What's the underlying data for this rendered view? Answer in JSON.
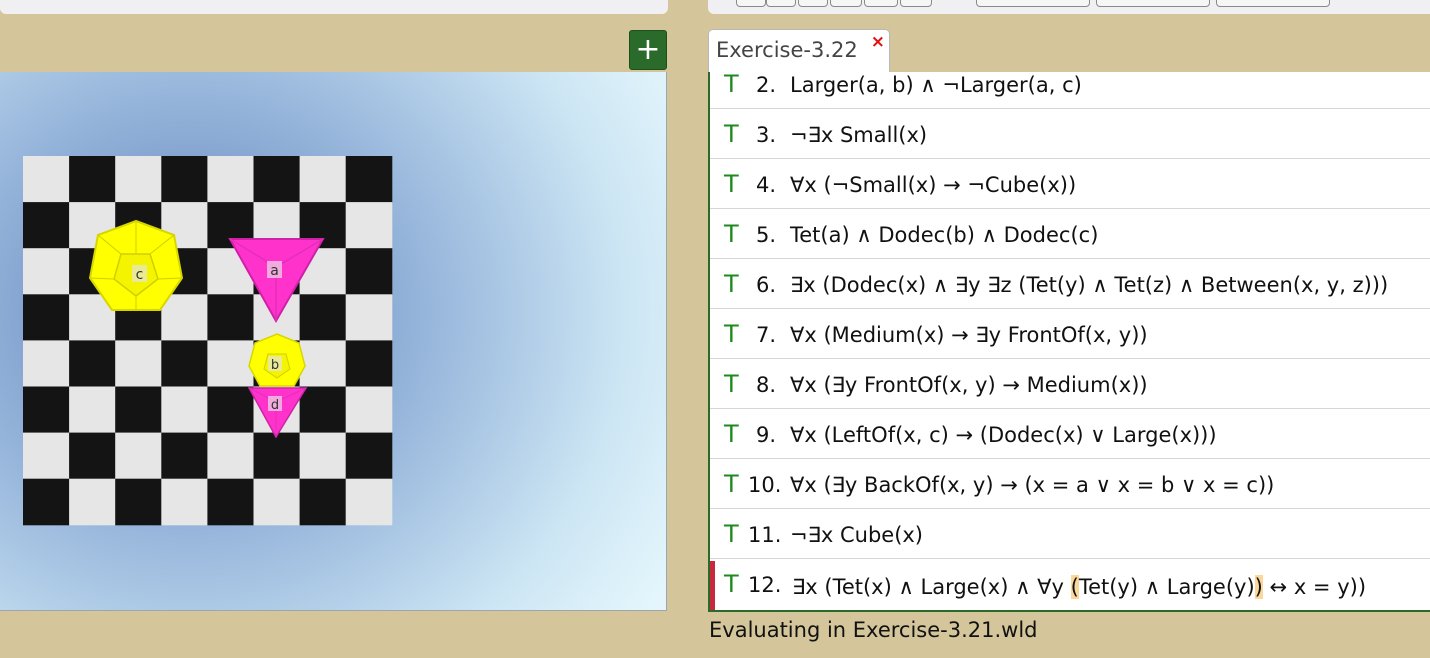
{
  "tab": {
    "label": "Exercise-3.22",
    "close": "×"
  },
  "add_button": "+",
  "world": {
    "objects": [
      {
        "label": "c",
        "shape": "dodecahedron",
        "size": "large",
        "color": "#ffff00"
      },
      {
        "label": "a",
        "shape": "tetrahedron",
        "size": "large",
        "color": "#ff33cc"
      },
      {
        "label": "b",
        "shape": "dodecahedron",
        "size": "small",
        "color": "#ffff00"
      },
      {
        "label": "d",
        "shape": "tetrahedron",
        "size": "small",
        "color": "#ff33cc"
      }
    ]
  },
  "sentences": [
    {
      "truth": "T",
      "num": "2.",
      "formula": "Larger(a, b) ∧ ¬Larger(a, c)"
    },
    {
      "truth": "T",
      "num": "3.",
      "formula": "¬∃x Small(x)"
    },
    {
      "truth": "T",
      "num": "4.",
      "formula": "∀x (¬Small(x) → ¬Cube(x))"
    },
    {
      "truth": "T",
      "num": "5.",
      "formula": "Tet(a) ∧ Dodec(b) ∧ Dodec(c)"
    },
    {
      "truth": "T",
      "num": "6.",
      "formula": "∃x (Dodec(x) ∧ ∃y ∃z (Tet(y) ∧ Tet(z) ∧ Between(x, y, z)))"
    },
    {
      "truth": "T",
      "num": "7.",
      "formula": "∀x (Medium(x) → ∃y FrontOf(x, y))"
    },
    {
      "truth": "T",
      "num": "8.",
      "formula": "∀x (∃y FrontOf(x, y) → Medium(x))"
    },
    {
      "truth": "T",
      "num": "9.",
      "formula": "∀x (LeftOf(x, c) → (Dodec(x) ∨ Large(x)))"
    },
    {
      "truth": "T",
      "num": "10.",
      "formula": "∀x (∃y BackOf(x, y) → (x = a ∨ x = b ∨ x = c))"
    },
    {
      "truth": "T",
      "num": "11.",
      "formula": "¬∃x Cube(x)"
    },
    {
      "truth": "T",
      "num": "12.",
      "formula_parts": [
        "∃x (Tet(x) ∧ Large(x) ∧ ∀y ",
        "(",
        "Tet(y) ∧ Large(y)",
        ")",
        " ↔ x = y))"
      ]
    }
  ],
  "status": "Evaluating in Exercise-3.21.wld",
  "colors": {
    "truth_true": "#1e8a1e",
    "selection_marker": "#c8283c",
    "paren_highlight": "#fbd89a",
    "add_button_bg": "#2a6a2a",
    "frame_bg": "#d4c69a"
  }
}
